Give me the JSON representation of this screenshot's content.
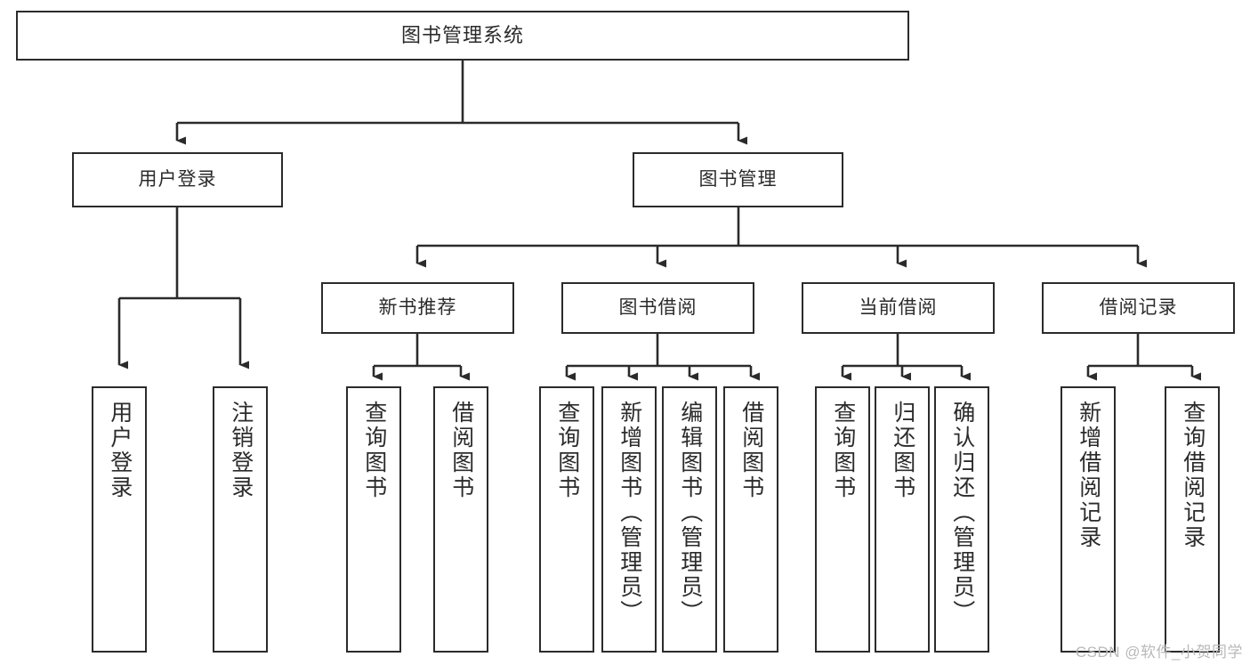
{
  "diagram": {
    "type": "tree",
    "title": "图书管理系统",
    "watermark": "CSDN @软件_小贺同学",
    "colors": {
      "border": "#2b2b2b",
      "background": "#ffffff",
      "text": "#2b2b2b",
      "watermark": "#b9b9b9"
    },
    "levels": {
      "root": {
        "label": "图书管理系统"
      },
      "level2": [
        {
          "id": "user-login",
          "label": "用户登录"
        },
        {
          "id": "book-management",
          "label": "图书管理"
        }
      ],
      "level3": [
        {
          "id": "new-book-recommend",
          "label": "新书推荐",
          "parent": "book-management"
        },
        {
          "id": "book-borrow",
          "label": "图书借阅",
          "parent": "book-management"
        },
        {
          "id": "current-borrow",
          "label": "当前借阅",
          "parent": "book-management"
        },
        {
          "id": "borrow-record",
          "label": "借阅记录",
          "parent": "book-management"
        }
      ],
      "leaves": [
        {
          "id": "leaf-user-login",
          "label": "用户登录",
          "parent": "user-login"
        },
        {
          "id": "leaf-logout",
          "label": "注销登录",
          "parent": "user-login"
        },
        {
          "id": "leaf-query-book-1",
          "label": "查询图书",
          "parent": "new-book-recommend"
        },
        {
          "id": "leaf-borrow-book-1",
          "label": "借阅图书",
          "parent": "new-book-recommend"
        },
        {
          "id": "leaf-query-book-2",
          "label": "查询图书",
          "parent": "book-borrow"
        },
        {
          "id": "leaf-add-book",
          "label": "新增图书（管理员）",
          "parent": "book-borrow"
        },
        {
          "id": "leaf-edit-book",
          "label": "编辑图书（管理员）",
          "parent": "book-borrow"
        },
        {
          "id": "leaf-borrow-book-2",
          "label": "借阅图书",
          "parent": "book-borrow"
        },
        {
          "id": "leaf-query-book-3",
          "label": "查询图书",
          "parent": "current-borrow"
        },
        {
          "id": "leaf-return-book",
          "label": "归还图书",
          "parent": "current-borrow"
        },
        {
          "id": "leaf-confirm-return",
          "label": "确认归还（管理员）",
          "parent": "current-borrow"
        },
        {
          "id": "leaf-add-record",
          "label": "新增借阅记录",
          "parent": "borrow-record"
        },
        {
          "id": "leaf-query-record",
          "label": "查询借阅记录",
          "parent": "borrow-record"
        }
      ]
    }
  }
}
